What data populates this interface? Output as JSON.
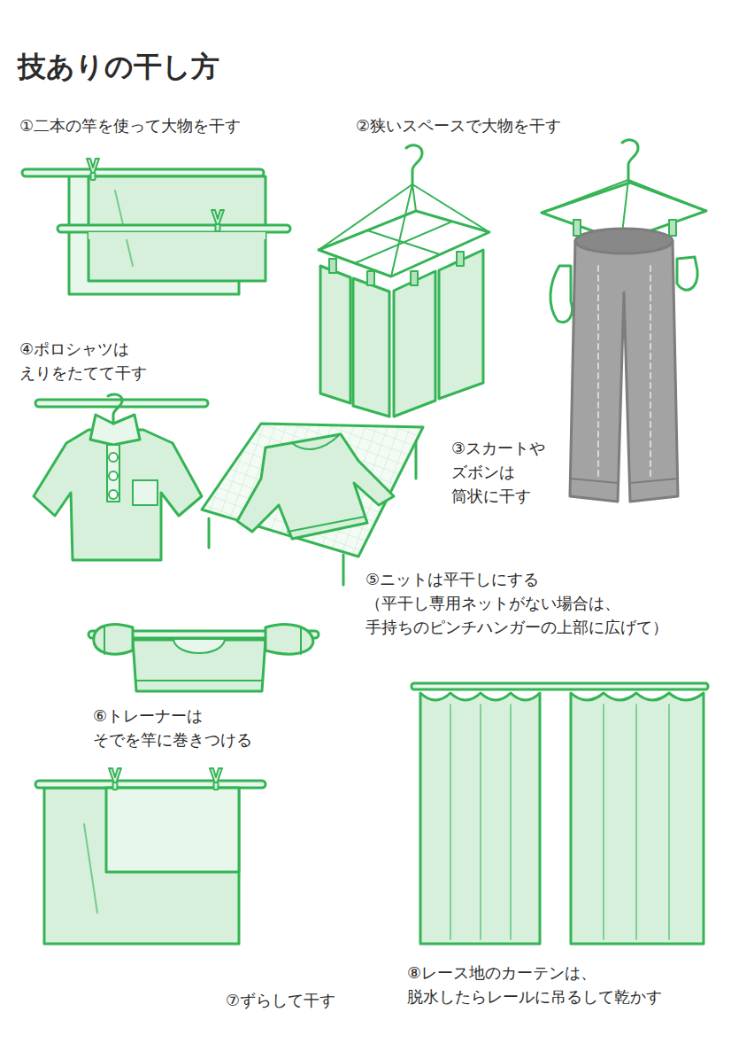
{
  "diagram": {
    "title": "技ありの干し方",
    "labels": [
      "①二本の竿を使って大物を干す",
      "②狭いスペースで大物を干す",
      "③スカートや ズボンは 筒状に干す",
      "④ポロシャツは えりをたてて干す",
      "⑤ニットは平干しにする （平干し専用ネットがない場合は、 手持ちのピンチハンガーの上部に広げて）",
      "⑥トレーナーは そでを竿に巻きつける",
      "⑦ずらして干す",
      "⑧レース地のカーテンは、 脱水したらレールに吊るして乾かす"
    ]
  }
}
